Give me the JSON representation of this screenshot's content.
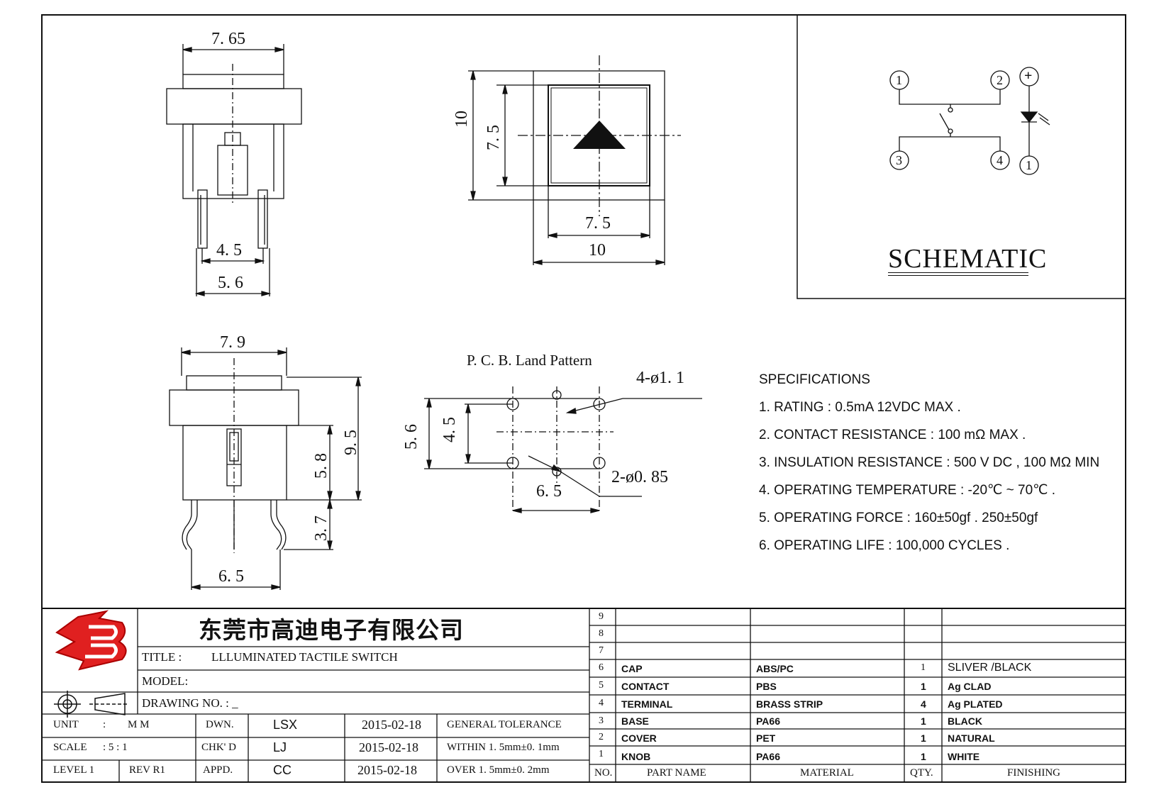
{
  "dimensions": {
    "top_view_width": "7. 65",
    "top_view_pin_inner": "4. 5",
    "top_view_pin_outer": "5. 6",
    "front_outer_height": "10",
    "front_inner_height": "7. 5",
    "front_inner_width": "7. 5",
    "front_outer_width": "10",
    "side_width": "7. 9",
    "side_height_total": "9. 5",
    "side_height_body": "5. 8",
    "side_pin_length": "3. 7",
    "side_pin_spacing": "6. 5",
    "pcb_title": "P. C. B. Land Pattern",
    "pcb_large_holes": "4-ø1. 1",
    "pcb_small_holes": "2-ø0. 85",
    "pcb_height_outer": "5. 6",
    "pcb_height_inner": "4. 5",
    "pcb_width": "6. 5"
  },
  "schematic": {
    "title": "SCHEMATIC",
    "pins": [
      "1",
      "2",
      "3",
      "4"
    ],
    "led_plus": "+",
    "led_minus": "1"
  },
  "specifications": {
    "heading": "SPECIFICATIONS",
    "items": [
      "1. RATING : 0.5mA 12VDC MAX .",
      "2. CONTACT RESISTANCE : 100 mΩ MAX .",
      "3. INSULATION RESISTANCE : 500 V DC , 100 MΩ MIN",
      "4. OPERATING TEMPERATURE : -20℃ ~ 70℃ .",
      "5. OPERATING FORCE : 160±50gf . 250±50gf",
      "6. OPERATING LIFE : 100,000 CYCLES ."
    ]
  },
  "title_block": {
    "company": "东莞市高迪电子有限公司",
    "title_label": "TITLE :",
    "title_value": "LLLUMINATED TACTILE SWITCH",
    "model_label": "MODEL:",
    "drawing_no_label": "DRAWING NO. : _",
    "unit_label": "UNIT",
    "unit_colon": ":",
    "unit_value": "M M",
    "scale_label": "SCALE",
    "scale_value": ": 5 : 1",
    "level_label": "LEVEL 1",
    "rev_label": "REV  R1",
    "dwn_label": "DWN.",
    "dwn_name": "LSX",
    "dwn_date": "2015-02-18",
    "chk_label": "CHK' D",
    "chk_name": "LJ",
    "chk_date": "2015-02-18",
    "appd_label": "APPD.",
    "appd_name": "CC",
    "appd_date": "2015-02-18",
    "tol_label": "GENERAL TOLERANCE",
    "tol_within": "WITHIN 1. 5mm±0. 1mm",
    "tol_over": "OVER   1. 5mm±0. 2mm"
  },
  "bom": {
    "headers": {
      "no": "NO.",
      "part": "PART  NAME",
      "material": "MATERIAL",
      "qty": "QTY.",
      "finish": "FINISHING"
    },
    "rows": [
      {
        "no": "9",
        "part": "",
        "material": "",
        "qty": "",
        "finish": ""
      },
      {
        "no": "8",
        "part": "",
        "material": "",
        "qty": "",
        "finish": ""
      },
      {
        "no": "7",
        "part": "",
        "material": "",
        "qty": "",
        "finish": ""
      },
      {
        "no": "6",
        "part": "CAP",
        "material": "ABS/PC",
        "qty": "1",
        "finish": "SLIVER /BLACK"
      },
      {
        "no": "5",
        "part": "CONTACT",
        "material": "PBS",
        "qty": "1",
        "finish": "Ag CLAD"
      },
      {
        "no": "4",
        "part": "TERMINAL",
        "material": "BRASS STRIP",
        "qty": "4",
        "finish": "Ag PLATED"
      },
      {
        "no": "3",
        "part": "BASE",
        "material": "PA66",
        "qty": "1",
        "finish": "BLACK"
      },
      {
        "no": "2",
        "part": "COVER",
        "material": "PET",
        "qty": "1",
        "finish": "NATURAL"
      },
      {
        "no": "1",
        "part": "KNOB",
        "material": "PA66",
        "qty": "1",
        "finish": "WHITE"
      }
    ]
  }
}
